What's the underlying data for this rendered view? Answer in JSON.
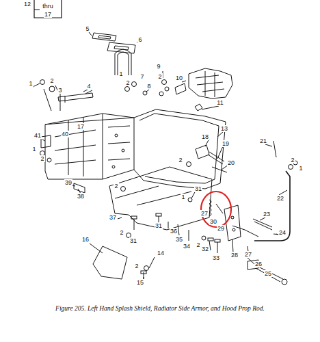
{
  "diagram": {
    "caption": "Figure 205.  Left Hand Splash Shield, Radiator Side Armor, and Hood Prop Rod.",
    "labels": [
      "12",
      "thru",
      "17",
      "5",
      "6",
      "1",
      "2",
      "3",
      "4",
      "1",
      "7",
      "2",
      "8",
      "9",
      "2",
      "10",
      "11",
      "13",
      "17",
      "40",
      "41",
      "1",
      "2",
      "18",
      "19",
      "20",
      "21",
      "2",
      "1",
      "22",
      "39",
      "38",
      "2",
      "2",
      "31",
      "1",
      "27",
      "30",
      "29",
      "23",
      "24",
      "37",
      "2",
      "31",
      "31",
      "36",
      "35",
      "34",
      "2",
      "32",
      "33",
      "28",
      "27",
      "26",
      "25",
      "16",
      "14",
      "15",
      "2"
    ]
  }
}
